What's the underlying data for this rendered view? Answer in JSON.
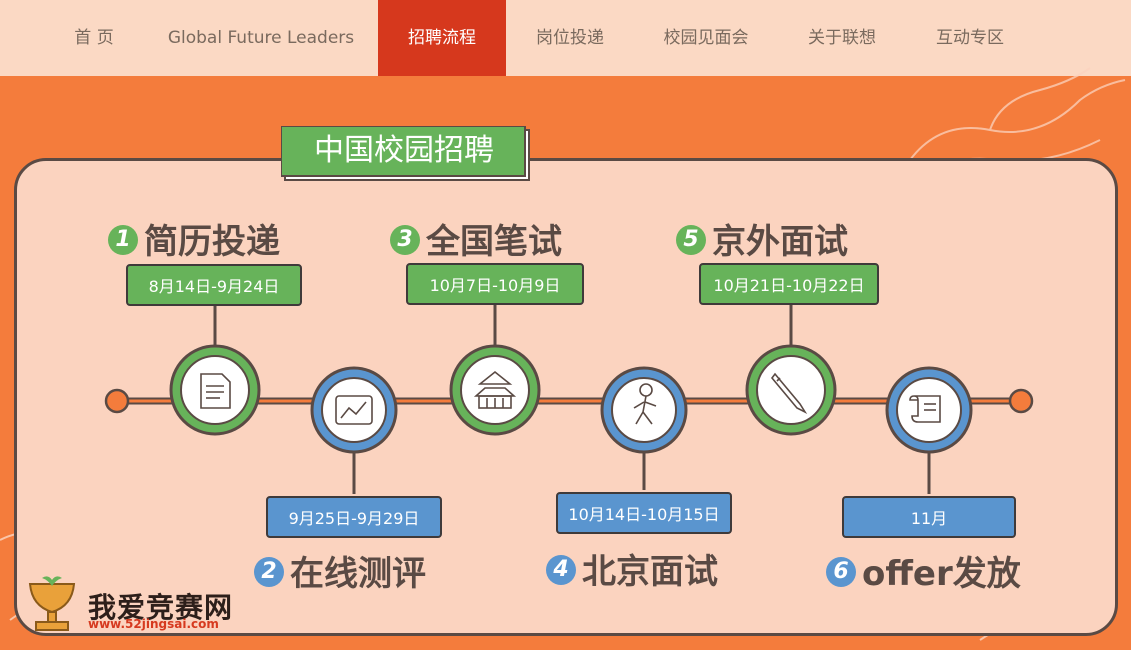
{
  "nav": {
    "items": [
      {
        "label": "首 页"
      },
      {
        "label": "Global Future Leaders"
      },
      {
        "label": "招聘流程"
      },
      {
        "label": "岗位投递"
      },
      {
        "label": "校园见面会"
      },
      {
        "label": "关于联想"
      },
      {
        "label": "互动专区"
      }
    ],
    "active_index": 2
  },
  "banner": {
    "title": "中国校园招聘",
    "steps": [
      {
        "num": "1",
        "title": "简历投递",
        "date": "8月14日-9月24日",
        "icon": "document-icon",
        "color": "green"
      },
      {
        "num": "2",
        "title": "在线测评",
        "date": "9月25日-9月29日",
        "icon": "chart-tablet-icon",
        "color": "blue"
      },
      {
        "num": "3",
        "title": "全国笔试",
        "date": "10月7日-10月9日",
        "icon": "temple-icon",
        "color": "green"
      },
      {
        "num": "4",
        "title": "北京面试",
        "date": "10月14日-10月15日",
        "icon": "runner-icon",
        "color": "blue"
      },
      {
        "num": "5",
        "title": "京外面试",
        "date": "10月21日-10月22日",
        "icon": "pen-icon",
        "color": "green"
      },
      {
        "num": "6",
        "title": "offer发放",
        "date": "11月",
        "icon": "scroll-icon",
        "color": "blue"
      }
    ]
  },
  "watermark": {
    "name": "我爱竞赛网",
    "url": "www.52jingsai.com"
  },
  "colors": {
    "background": "#f47c3c",
    "nav_bg": "#fbd9c4",
    "nav_active": "#d6381d",
    "panel": "#fbd3bf",
    "green": "#67b35a",
    "blue": "#5a95cf",
    "outline": "#5a4a44"
  }
}
